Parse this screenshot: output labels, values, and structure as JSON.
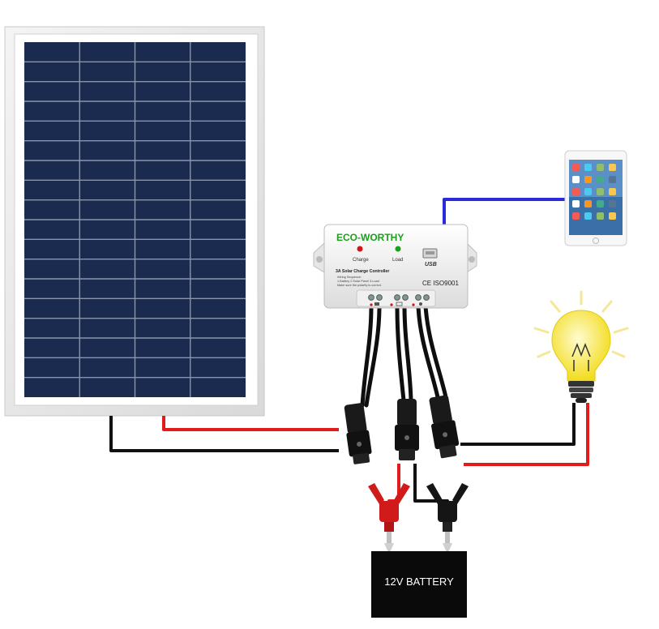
{
  "controller": {
    "brand": "ECO-WORTHY",
    "charge_label": "Charge",
    "load_label": "Load",
    "usb_label": "USB",
    "model": "3A Solar Charge Controller",
    "wiring_title": "Wiring Sequence:",
    "wiring_steps": "1.Battery  2.Solar Panel  3.Load",
    "polarity_note": "Make sure the polarity is correct.",
    "certification": "CE ISO9001"
  },
  "battery": {
    "label": "12V BATTERY"
  },
  "colors": {
    "panel_frame": "#e9e9e9",
    "panel_cell": "#1b2a4f",
    "wire_positive": "#e31b1b",
    "wire_negative": "#111111",
    "usb_wire": "#2a2ad8",
    "brand_green": "#1aa01a",
    "bulb_yellow": "#f7e83a"
  }
}
